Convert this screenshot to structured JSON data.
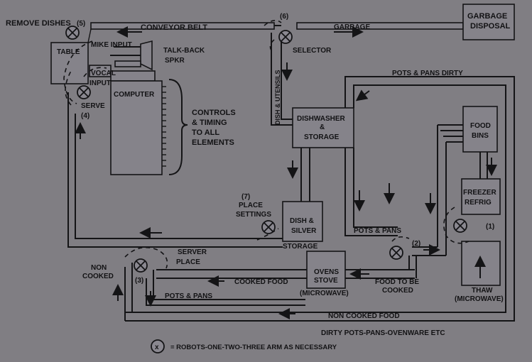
{
  "labels": {
    "remove_dishes": "REMOVE DISHES",
    "num5": "(5)",
    "conveyor_belt": "CONVEYOR BELT",
    "num6": "(6)",
    "garbage": "GARBAGE",
    "garbage_disposal_1": "GARBAGE",
    "garbage_disposal_2": "DISPOSAL",
    "table": "TABLE",
    "mike_input": "MIKE INPUT",
    "talkback_1": "TALK-BACK",
    "talkback_2": "SPKR",
    "selector": "SELECTOR",
    "vocal_1": "VOCAL",
    "vocal_2": "INPUT",
    "pots_pans_dirty": "POTS & PANS DIRTY",
    "computer": "COMPUTER",
    "serve": "SERVE",
    "num4": "(4)",
    "dish_utensils": "DISH & UTENSILS",
    "controls_1": "CONTROLS",
    "controls_2": "& TIMING",
    "controls_3": "TO ALL",
    "controls_4": "ELEMENTS",
    "dishwasher_1": "DISHWASHER",
    "dishwasher_2": "&",
    "dishwasher_3": "STORAGE",
    "food_bins_1": "FOOD",
    "food_bins_2": "BINS",
    "num7": "(7)",
    "place_1": "PLACE",
    "place_2": "SETTINGS",
    "dish_silver_1": "DISH &",
    "dish_silver_2": "SILVER",
    "storage": "STORAGE",
    "freezer_1": "FREEZER",
    "freezer_2": "REFRIG",
    "num1": "(1)",
    "pots_pans_mid": "POTS & PANS",
    "num2": "(2)",
    "non_cooked_1": "NON",
    "non_cooked_2": "COOKED",
    "server_1": "SERVER",
    "server_2": "PLACE",
    "num3": "(3)",
    "cooked_food": "COOKED FOOD",
    "ovens_1": "OVENS",
    "ovens_2": "STOVE",
    "microwave": "(MICROWAVE)",
    "food_to_be_1": "FOOD TO BE",
    "food_to_be_2": "COOKED",
    "thaw_1": "THAW",
    "thaw_2": "(MICROWAVE)",
    "pots_pans_low": "POTS & PANS",
    "non_cooked_food": "NON COOKED FOOD",
    "dirty_pots": "DIRTY POTS-PANS-OVENWARE ETC",
    "legend_symbol": "x",
    "legend_text": "= ROBOTS-ONE-TWO-THREE ARM AS NECESSARY"
  }
}
